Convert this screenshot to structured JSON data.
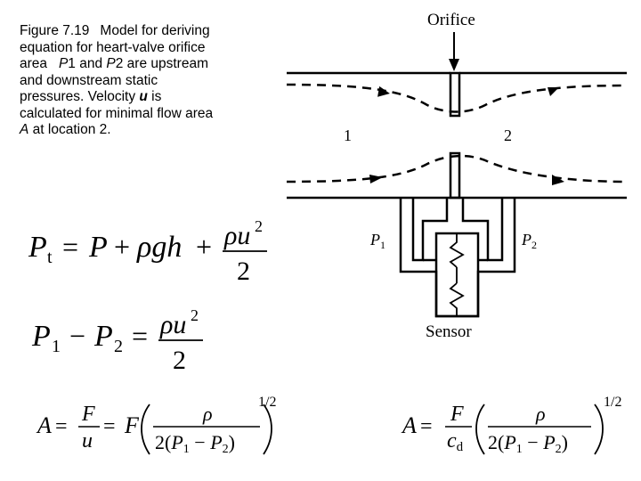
{
  "caption": {
    "figure_label": "Figure 7.19",
    "line1_rest": "Model for deriving",
    "line2": "equation for heart-valve orifice",
    "line3_pre": "area",
    "line3_p1": "P",
    "line3_p1_num": "1 and ",
    "line3_p2": "P",
    "line3_p2_num": "2 are upstream",
    "line4": "and downstream static",
    "line5_pre": "pressures. Velocity ",
    "line5_u": "u",
    "line5_post": " is",
    "line6": "calculated for minimal flow area",
    "line7_a": "A",
    "line7_post": " at location 2."
  },
  "diagram": {
    "orifice_label": "Orifice",
    "location1_label": "1",
    "location2_label": "2",
    "p1_label": "P",
    "p1_sub": "1",
    "p2_label": "P",
    "p2_sub": "2",
    "sensor_label": "Sensor"
  },
  "equations": {
    "eq1": "P_t = P + ρgh + ρu²/2",
    "eq2": "P_1 − P_2 = ρu²/2",
    "eq3": "A = F/u = F (ρ / 2(P_1 − P_2))^{1/2}",
    "eq4": "A = F/c_d (ρ / 2(P_1 − P_2))^{1/2}",
    "exponent": "1/2"
  }
}
